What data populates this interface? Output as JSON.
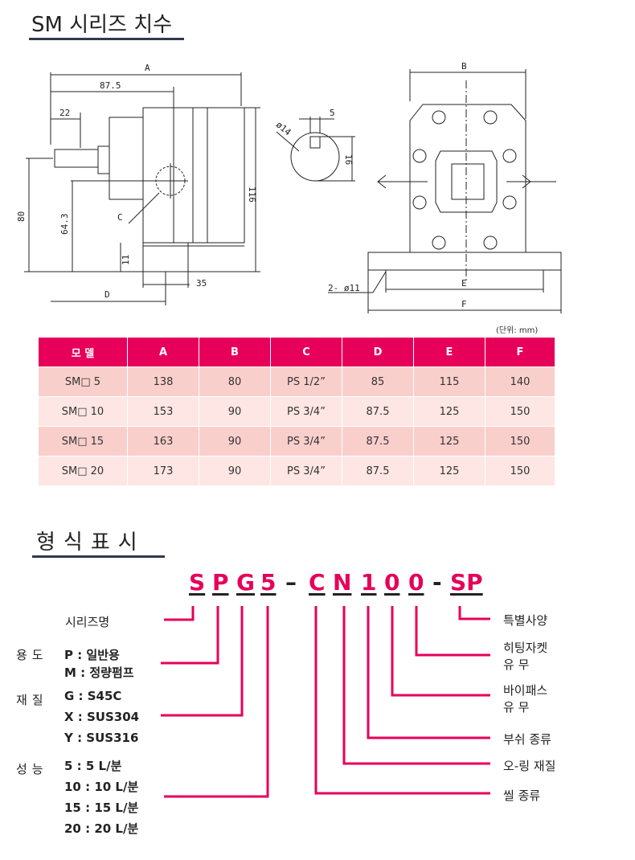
{
  "title1": "SM 시리즈 치수",
  "title2": "형식표시",
  "unit_note": "(단위: mm)",
  "drawing": {
    "dims": [
      "A",
      "87.5",
      "22",
      "80",
      "64.3",
      "11",
      "116",
      "D",
      "35",
      "C",
      "B",
      "5",
      "ø14",
      "16",
      "2- ø11",
      "E",
      "F"
    ]
  },
  "table": {
    "headers": [
      "모 델",
      "A",
      "B",
      "C",
      "D",
      "E",
      "F"
    ],
    "rows": [
      [
        "SM□  5",
        "138",
        "80",
        "PS 1/2”",
        "85",
        "115",
        "140"
      ],
      [
        "SM□  10",
        "153",
        "90",
        "PS 3/4”",
        "87.5",
        "125",
        "150"
      ],
      [
        "SM□  15",
        "163",
        "90",
        "PS 3/4”",
        "87.5",
        "125",
        "150"
      ],
      [
        "SM□  20",
        "173",
        "90",
        "PS 3/4”",
        "87.5",
        "125",
        "150"
      ]
    ]
  },
  "code": [
    "S",
    "P",
    "G",
    "5",
    "–",
    "C",
    "N",
    "1",
    "0",
    "0",
    "-",
    "SP"
  ],
  "left": {
    "series": "시리즈명",
    "usage_cat": "용도",
    "usage": [
      "P : 일반용",
      "M : 정량펌프"
    ],
    "material_cat": "재질",
    "material": [
      "G : S45C",
      "X : SUS304",
      "Y : SUS316"
    ],
    "perf_cat": "성능",
    "perf": [
      "5 :   5 L/분",
      "10 :  10 L/분",
      "15 :  15 L/분",
      "20 :  20 L/분"
    ]
  },
  "right": {
    "special": "특별사양",
    "heating": [
      "히팅자켓",
      "유      무"
    ],
    "bypass": [
      "바이패스",
      "유      무"
    ],
    "sub": "부쉬 종류",
    "oring": "오-링 재질",
    "seal": "씰 종류"
  }
}
